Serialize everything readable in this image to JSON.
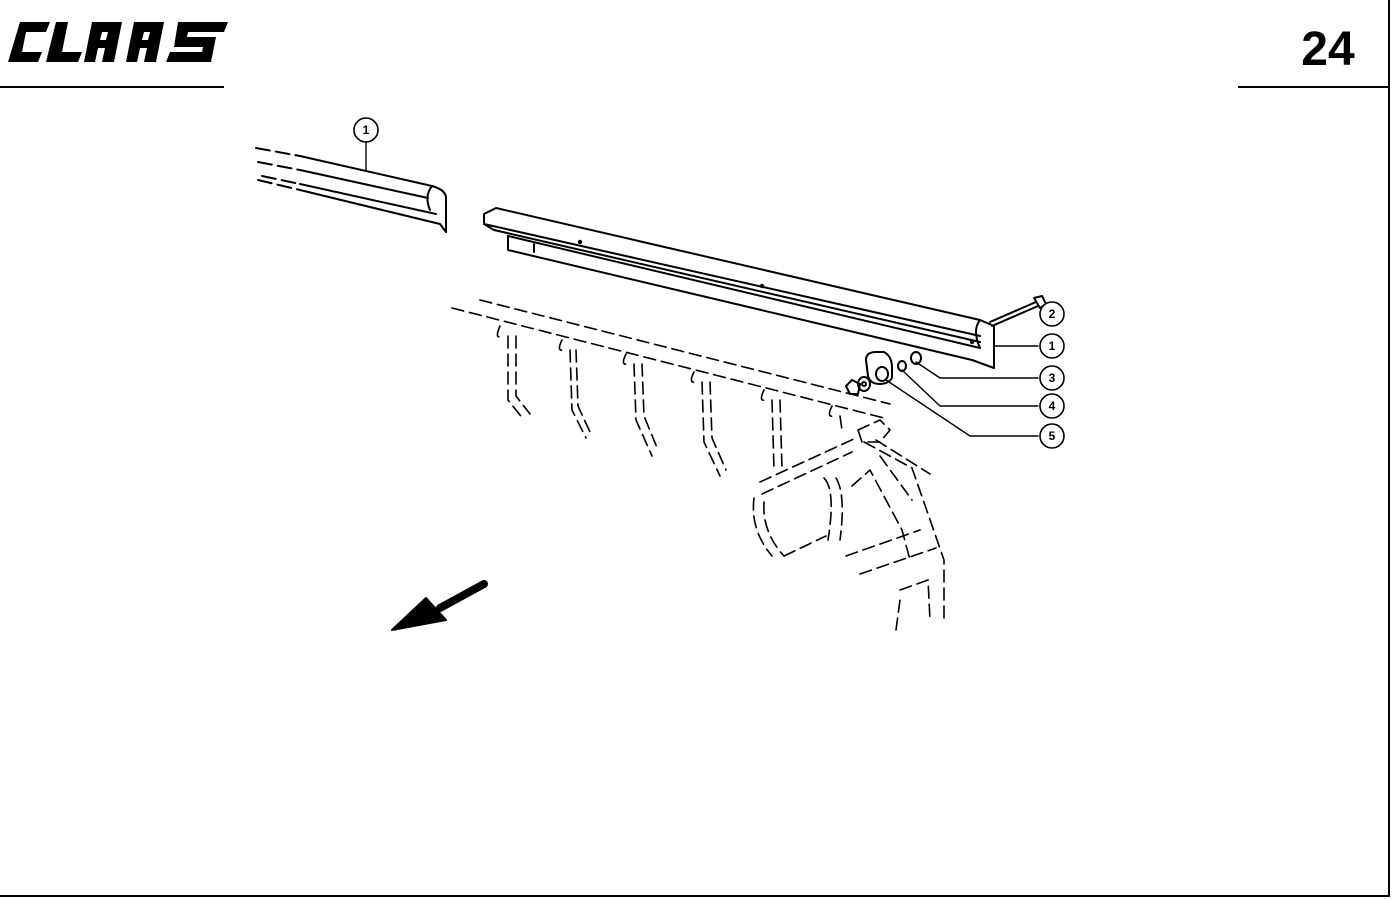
{
  "header": {
    "brand": "CLAAS",
    "page_number": "24"
  },
  "callouts": [
    {
      "label": "1"
    },
    {
      "label": "2"
    },
    {
      "label": "1"
    },
    {
      "label": "3"
    },
    {
      "label": "4"
    },
    {
      "label": "5"
    }
  ],
  "icons": {
    "logo": "claas-logo",
    "direction": "direction-arrow-icon"
  }
}
